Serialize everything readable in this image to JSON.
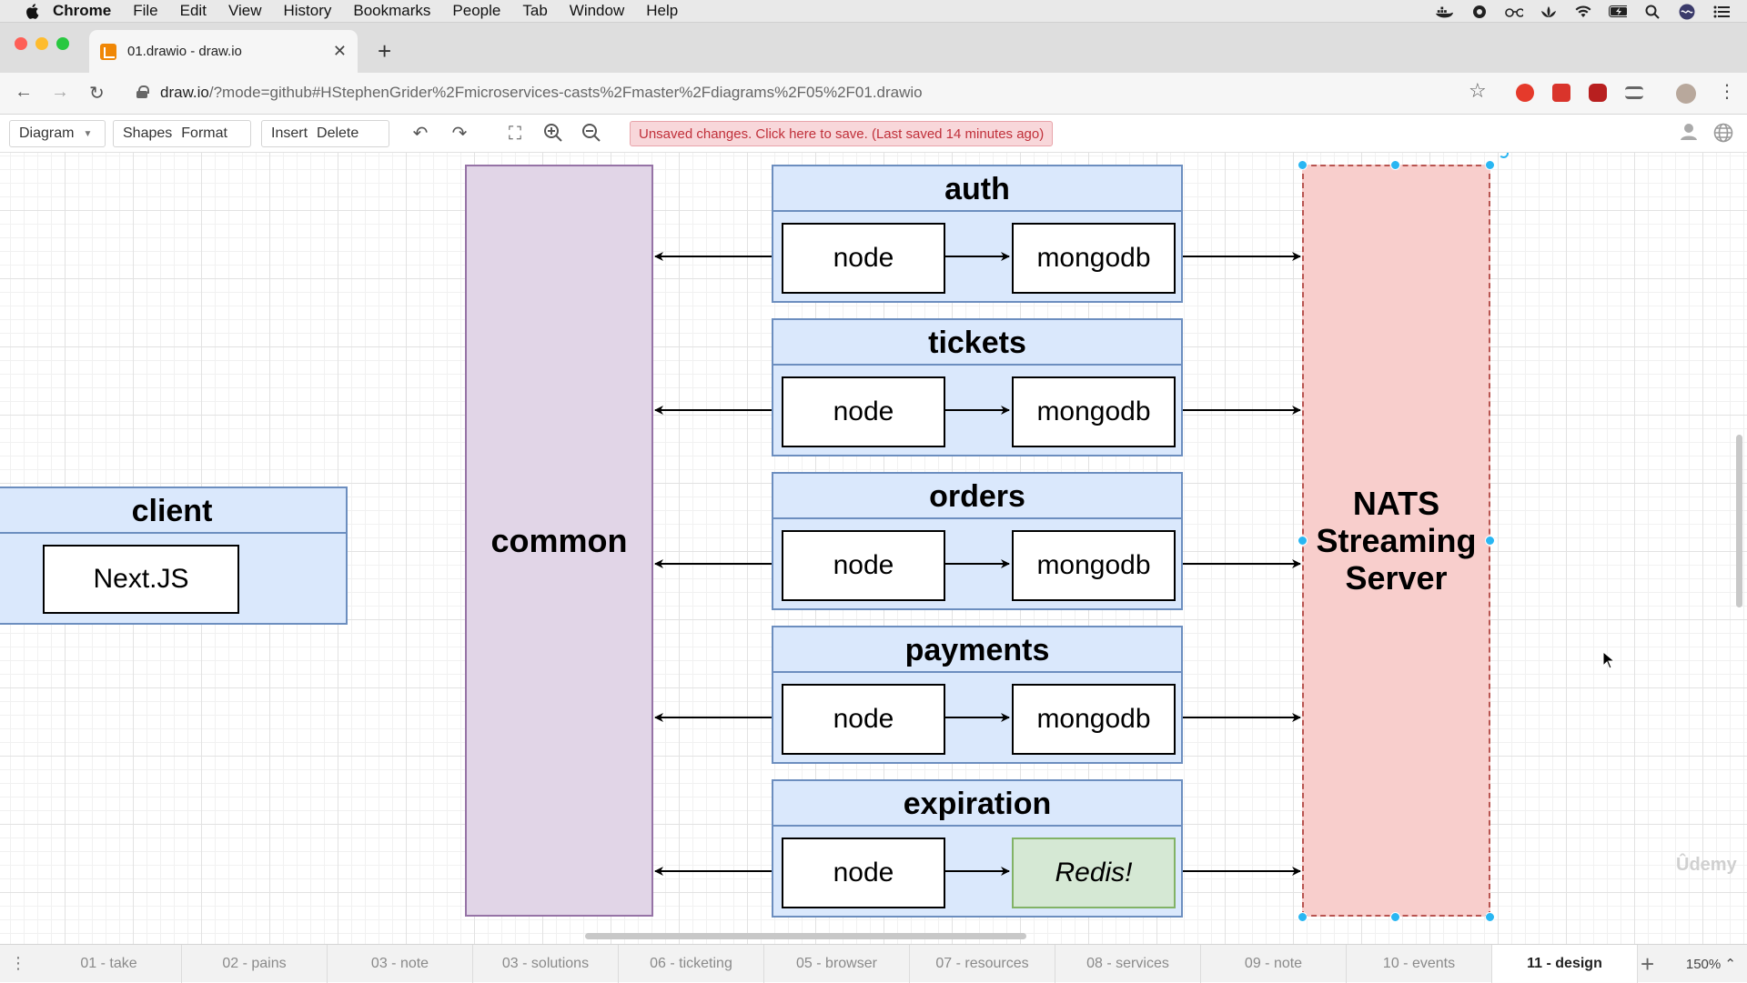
{
  "menubar": {
    "app": "Chrome",
    "items": [
      "File",
      "Edit",
      "View",
      "History",
      "Bookmarks",
      "People",
      "Tab",
      "Window",
      "Help"
    ]
  },
  "browser": {
    "tab_title": "01.drawio - draw.io",
    "url_host": "draw.io",
    "url_path": "/?mode=github#HStephenGrider%2Fmicroservices-casts%2Fmaster%2Fdiagrams%2F05%2F01.drawio"
  },
  "toolbar": {
    "diagram": "Diagram",
    "shapes": "Shapes",
    "format": "Format",
    "insert": "Insert",
    "delete": "Delete",
    "unsaved": "Unsaved changes. Click here to save. (Last saved 14 minutes ago)"
  },
  "diagram": {
    "client": {
      "title": "client",
      "inner": "Next.JS"
    },
    "common": "common",
    "nats": [
      "NATS",
      "Streaming",
      "Server"
    ],
    "services": [
      {
        "title": "auth",
        "left": "node",
        "right": "mongodb"
      },
      {
        "title": "tickets",
        "left": "node",
        "right": "mongodb"
      },
      {
        "title": "orders",
        "left": "node",
        "right": "mongodb"
      },
      {
        "title": "payments",
        "left": "node",
        "right": "mongodb"
      },
      {
        "title": "expiration",
        "left": "node",
        "right": "Redis!"
      }
    ],
    "colors": {
      "service_fill": "#dae8fc",
      "service_stroke": "#6c8ebf",
      "common_fill": "#e1d5e7",
      "nats_fill": "#f8cecc",
      "redis_fill": "#d5e8d4"
    }
  },
  "watermark": "Ûdemy",
  "pages": [
    "01 - take",
    "02 - pains",
    "03 - note",
    "03 - solutions",
    "06 - ticketing",
    "05 - browser",
    "07 - resources",
    "08 - services",
    "09 - note",
    "10 - events",
    "11 - design"
  ],
  "active_page": "11 - design",
  "zoom": "150%"
}
